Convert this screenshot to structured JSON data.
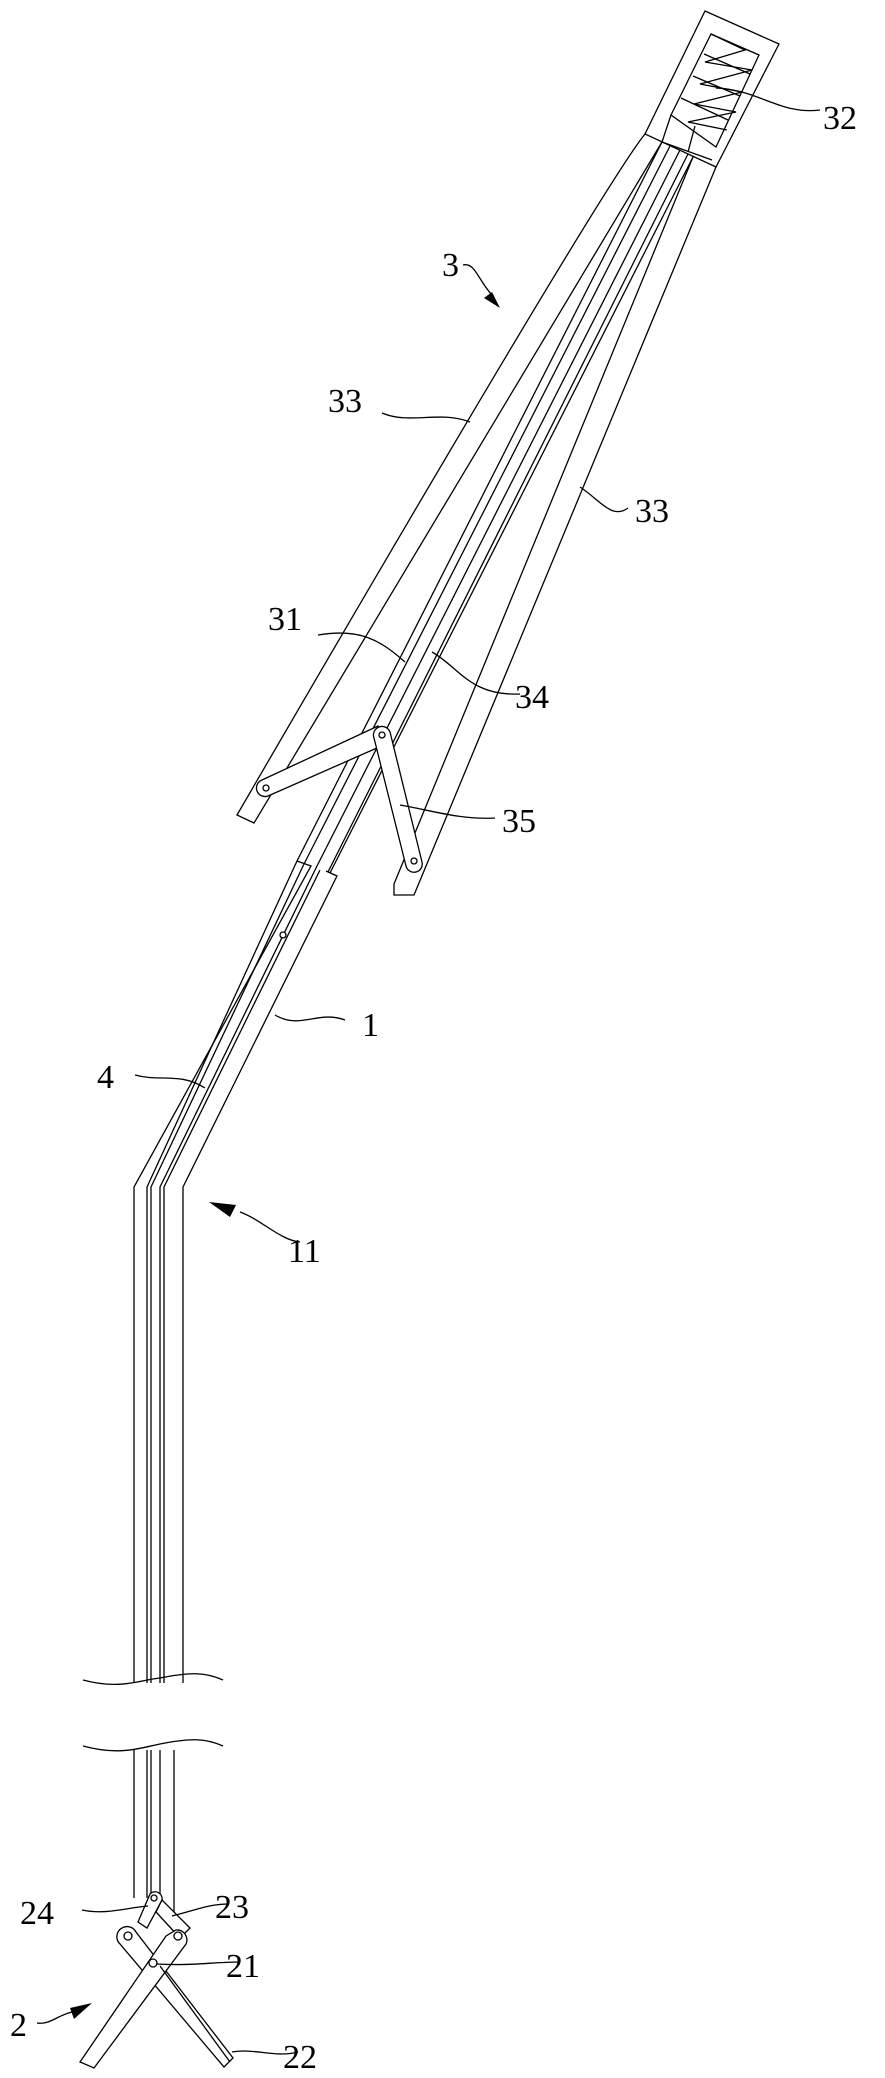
{
  "figure": {
    "labels": {
      "l32": "32",
      "l3": "3",
      "l33a": "33",
      "l33b": "33",
      "l31": "31",
      "l34": "34",
      "l35": "35",
      "l1": "1",
      "l4": "4",
      "l11": "11",
      "l24": "24",
      "l23": "23",
      "l21": "21",
      "l2": "2",
      "l22": "22"
    }
  }
}
